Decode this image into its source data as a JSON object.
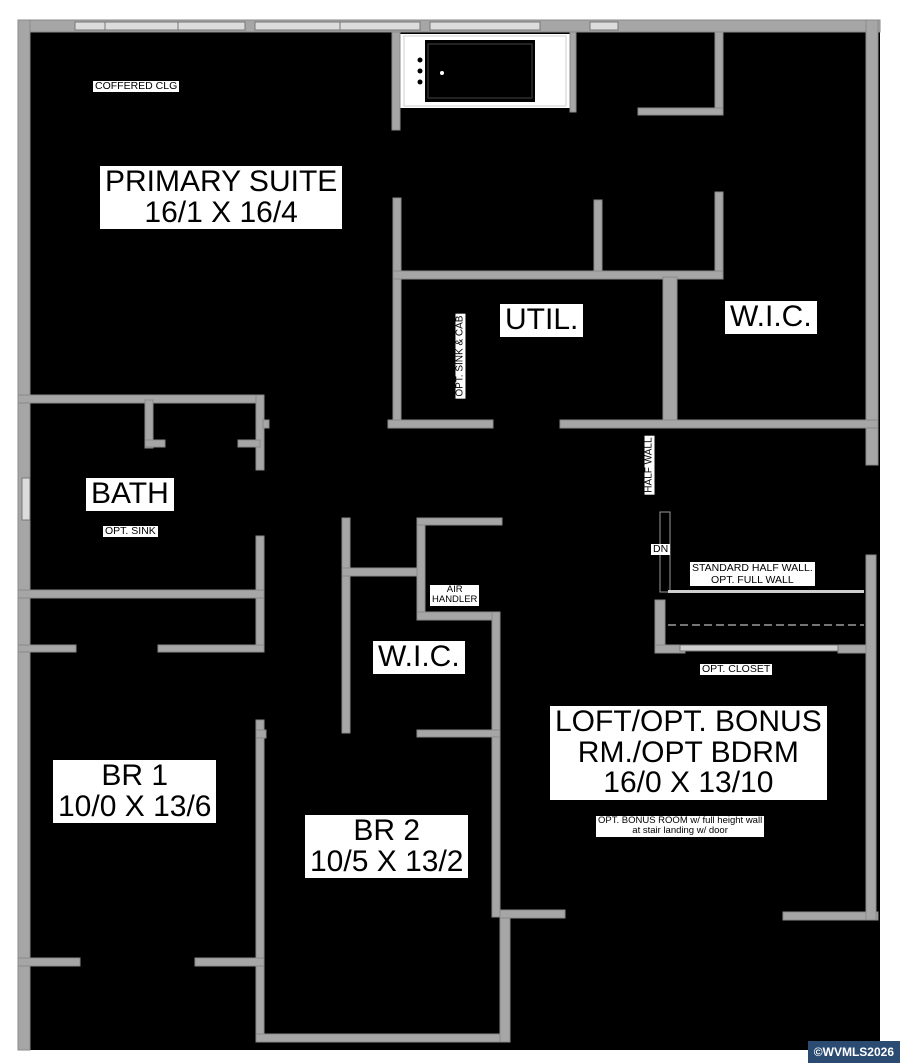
{
  "rooms": {
    "primary_suite": {
      "name": "PRIMARY SUITE",
      "size": "16/1 X 16/4"
    },
    "util": {
      "name": "UTIL."
    },
    "wic_primary": {
      "name": "W.I.C."
    },
    "bath": {
      "name": "BATH"
    },
    "wic_center": {
      "name": "W.I.C."
    },
    "br1": {
      "name": "BR 1",
      "size": "10/0 X 13/6"
    },
    "br2": {
      "name": "BR 2",
      "size": "10/5 X 13/2"
    },
    "loft": {
      "name_line1": "LOFT/OPT. BONUS",
      "name_line2": "RM./OPT BDRM",
      "size": "16/0 X 13/10"
    }
  },
  "notes": {
    "coffered": "COFFERED CLG",
    "opt_sink_cab": "OPT. SINK & CAB",
    "half_wall": "HALF WALL",
    "opt_sink": "OPT. SINK",
    "dn": "DN",
    "air_handler_1": "AIR",
    "air_handler_2": "HANDLER",
    "standard_half_wall_1": "STANDARD HALF WALL.",
    "standard_half_wall_2": "OPT. FULL WALL",
    "opt_closet": "OPT. CLOSET",
    "bonus_note_1": "OPT. BONUS ROOM w/ full height wall",
    "bonus_note_2": "at stair landing w/ door"
  },
  "watermark": "©WVMLS2026",
  "colors": {
    "floor": "#000000",
    "wall": "#a6a6a6",
    "label_bg": "#ffffff",
    "watermark_bg": "#2b4b73"
  }
}
